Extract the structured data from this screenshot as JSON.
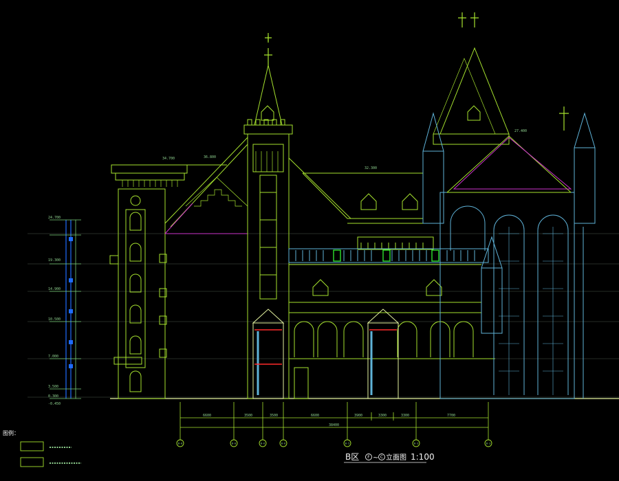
{
  "title": {
    "prefix": "B区",
    "grid_from": "F",
    "sep": "~",
    "grid_to": "C",
    "rest": "立面图",
    "scale": "1:100"
  },
  "legend": {
    "heading": "图例："
  },
  "dimensions": [
    "6600",
    "3500",
    "3500",
    "6600",
    "3900",
    "3300",
    "3300",
    "7700"
  ],
  "overall_dimension": "38400",
  "axis_labels": [
    "B-8",
    "B-8",
    "B-6",
    "B-6",
    "B-5",
    "B-3",
    "B-3"
  ],
  "left_scale_labels": [
    "24.700",
    "19.300",
    "14.900",
    "10.500",
    "7.000",
    "3.500",
    "0.300",
    "-0.450"
  ],
  "roof_labels": [
    "34.700",
    "36.800",
    "32.300",
    "27.400"
  ],
  "colors": {
    "background": "#000000",
    "main_line": "#a6e22e",
    "light_line": "#e6f5a0",
    "cyan": "#5fb3d9",
    "blue": "#1e6cff",
    "magenta": "#cc33cc",
    "red": "#ff2a2a",
    "text": "#f2f2f2"
  }
}
